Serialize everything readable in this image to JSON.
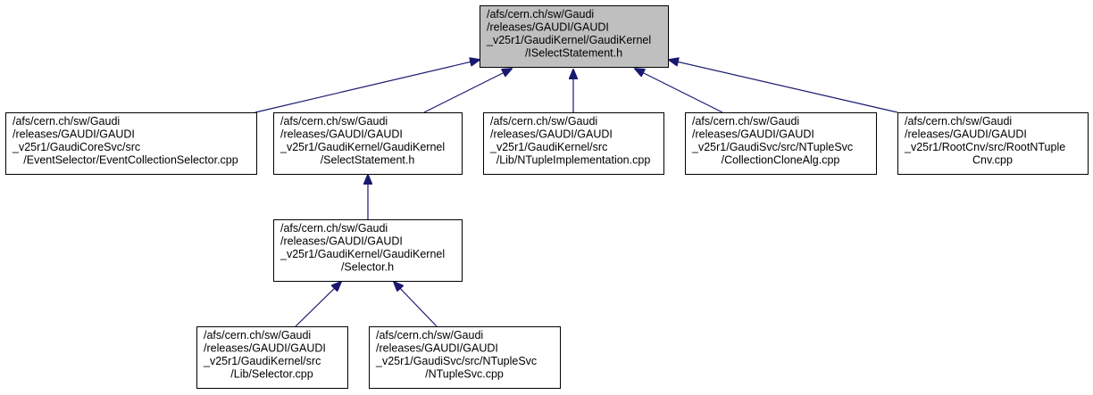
{
  "colors": {
    "edge": "#191970",
    "node_border": "#000000",
    "focus_fill": "#bfbfbf",
    "node_fill": "#ffffff"
  },
  "nodes": [
    {
      "id": "iselectstatement",
      "focus": true,
      "lines": [
        "/afs/cern.ch/sw/Gaudi",
        "/releases/GAUDI/GAUDI",
        "_v25r1/GaudiKernel/GaudiKernel",
        "/ISelectStatement.h"
      ]
    },
    {
      "id": "eventcollectionselector",
      "lines": [
        "/afs/cern.ch/sw/Gaudi",
        "/releases/GAUDI/GAUDI",
        "_v25r1/GaudiCoreSvc/src",
        "/EventSelector/EventCollectionSelector.cpp"
      ]
    },
    {
      "id": "selectstatement",
      "lines": [
        "/afs/cern.ch/sw/Gaudi",
        "/releases/GAUDI/GAUDI",
        "_v25r1/GaudiKernel/GaudiKernel",
        "/SelectStatement.h"
      ]
    },
    {
      "id": "ntupleimplementation",
      "lines": [
        "/afs/cern.ch/sw/Gaudi",
        "/releases/GAUDI/GAUDI",
        "_v25r1/GaudiKernel/src",
        "/Lib/NTupleImplementation.cpp"
      ]
    },
    {
      "id": "collectionclonealg",
      "lines": [
        "/afs/cern.ch/sw/Gaudi",
        "/releases/GAUDI/GAUDI",
        "_v25r1/GaudiSvc/src/NTupleSvc",
        "/CollectionCloneAlg.cpp"
      ]
    },
    {
      "id": "rootntuplecnv",
      "lines": [
        "/afs/cern.ch/sw/Gaudi",
        "/releases/GAUDI/GAUDI",
        "_v25r1/RootCnv/src/RootNTuple",
        "Cnv.cpp"
      ]
    },
    {
      "id": "selector-h",
      "lines": [
        "/afs/cern.ch/sw/Gaudi",
        "/releases/GAUDI/GAUDI",
        "_v25r1/GaudiKernel/GaudiKernel",
        "/Selector.h"
      ]
    },
    {
      "id": "selector-cpp",
      "lines": [
        "/afs/cern.ch/sw/Gaudi",
        "/releases/GAUDI/GAUDI",
        "_v25r1/GaudiKernel/src",
        "/Lib/Selector.cpp"
      ]
    },
    {
      "id": "ntuplesvc",
      "lines": [
        "/afs/cern.ch/sw/Gaudi",
        "/releases/GAUDI/GAUDI",
        "_v25r1/GaudiSvc/src/NTupleSvc",
        "/NTupleSvc.cpp"
      ]
    }
  ],
  "edges": [
    {
      "from": "eventcollectionselector",
      "to": "iselectstatement"
    },
    {
      "from": "selectstatement",
      "to": "iselectstatement"
    },
    {
      "from": "ntupleimplementation",
      "to": "iselectstatement"
    },
    {
      "from": "collectionclonealg",
      "to": "iselectstatement"
    },
    {
      "from": "rootntuplecnv",
      "to": "iselectstatement"
    },
    {
      "from": "selector-h",
      "to": "selectstatement"
    },
    {
      "from": "selector-cpp",
      "to": "selector-h"
    },
    {
      "from": "ntuplesvc",
      "to": "selector-h"
    }
  ]
}
